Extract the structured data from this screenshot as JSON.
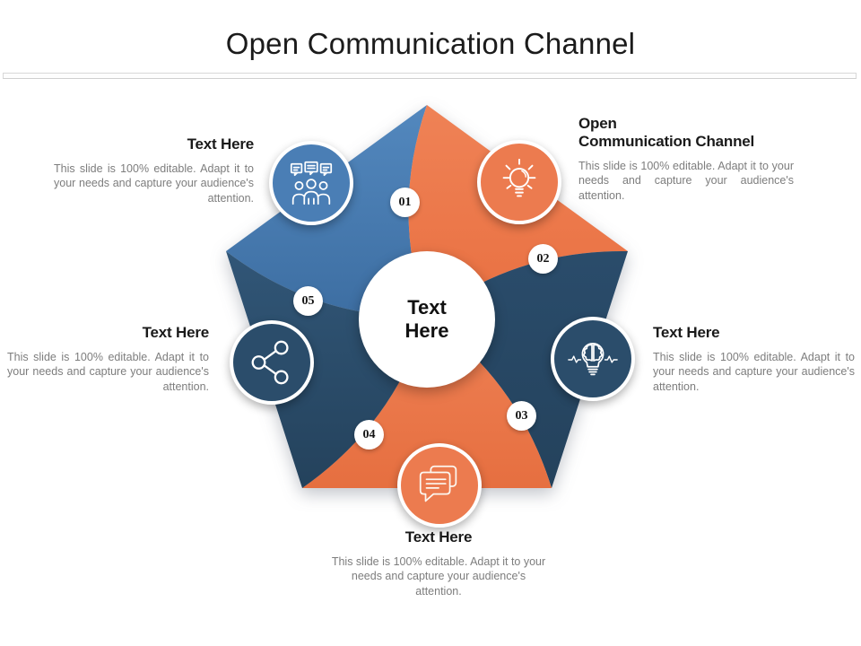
{
  "slide_title": "Open Communication Channel",
  "center_circle": {
    "line1": "Text",
    "line2": "Here"
  },
  "badges": [
    "01",
    "02",
    "03",
    "04",
    "05"
  ],
  "blocks": {
    "top_left": {
      "heading": "Text Here",
      "body": "This slide is 100% editable. Adapt it to your needs and capture your audience's attention."
    },
    "top_right": {
      "heading_line1": "Open",
      "heading_line2": "Communication Channel",
      "body": "This slide is 100% editable. Adapt it to your needs and capture your audience's attention."
    },
    "right": {
      "heading": "Text Here",
      "body": "This slide is 100% editable. Adapt it to your needs and capture your audience's attention."
    },
    "left": {
      "heading": "Text Here",
      "body": "This slide is 100% editable. Adapt it to your needs and capture your audience's attention."
    },
    "bottom": {
      "heading": "Text Here",
      "body": "This slide is 100% editable. Adapt it to your needs and capture your audience's attention."
    }
  },
  "icons": {
    "top_left": "group-discussion-icon",
    "top_right": "lightbulb-icon",
    "right": "brain-lightbulb-icon",
    "left": "share-icon",
    "bottom": "chat-bubbles-icon"
  },
  "colors": {
    "blue": "#4A7EB5",
    "orange": "#EC7B4F",
    "navy": "#2B4D6B",
    "heading_text": "#1A1A1A",
    "body_text": "#7D7D7D"
  }
}
